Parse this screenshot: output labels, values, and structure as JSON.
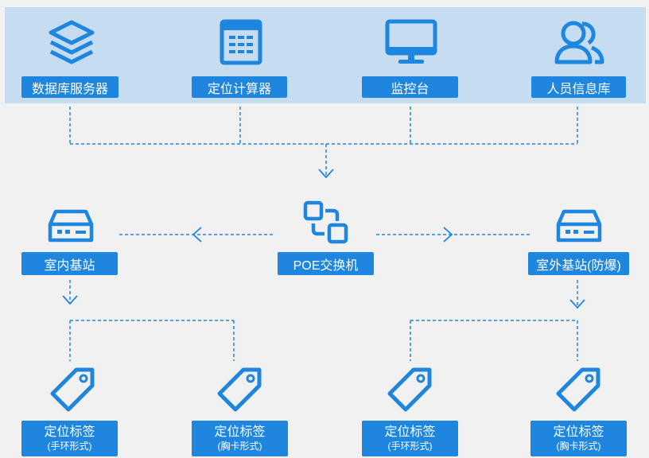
{
  "top_nodes": [
    {
      "label": "数据库服务器",
      "icon": "database-layers-icon"
    },
    {
      "label": "定位计算器",
      "icon": "calculator-icon"
    },
    {
      "label": "监控台",
      "icon": "monitor-icon"
    },
    {
      "label": "人员信息库",
      "icon": "users-icon"
    }
  ],
  "switch": {
    "label": "POE交换机",
    "icon": "switch-icon"
  },
  "stations": [
    {
      "label": "室内基站",
      "icon": "server-box-icon"
    },
    {
      "label": "室外基站(防爆)",
      "icon": "server-box-icon"
    }
  ],
  "tags": [
    {
      "label": "定位标签",
      "sub": "(手环形式)",
      "icon": "tag-icon"
    },
    {
      "label": "定位标签",
      "sub": "(胸卡形式)",
      "icon": "tag-icon"
    },
    {
      "label": "定位标签",
      "sub": "(手环形式)",
      "icon": "tag-icon"
    },
    {
      "label": "定位标签",
      "sub": "(胸卡形式)",
      "icon": "tag-icon"
    }
  ],
  "colors": {
    "accent": "#1f86e0",
    "band": "#c5dcf1",
    "background": "#f1f1f1"
  }
}
